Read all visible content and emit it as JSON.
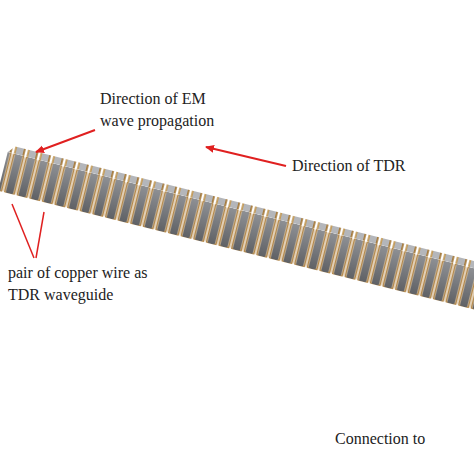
{
  "diagram": {
    "labels": [
      "Direction of EM wave propagation",
      "Direction of TDR",
      "pair of copper wire as TDR waveguide",
      "Connection to"
    ]
  }
}
